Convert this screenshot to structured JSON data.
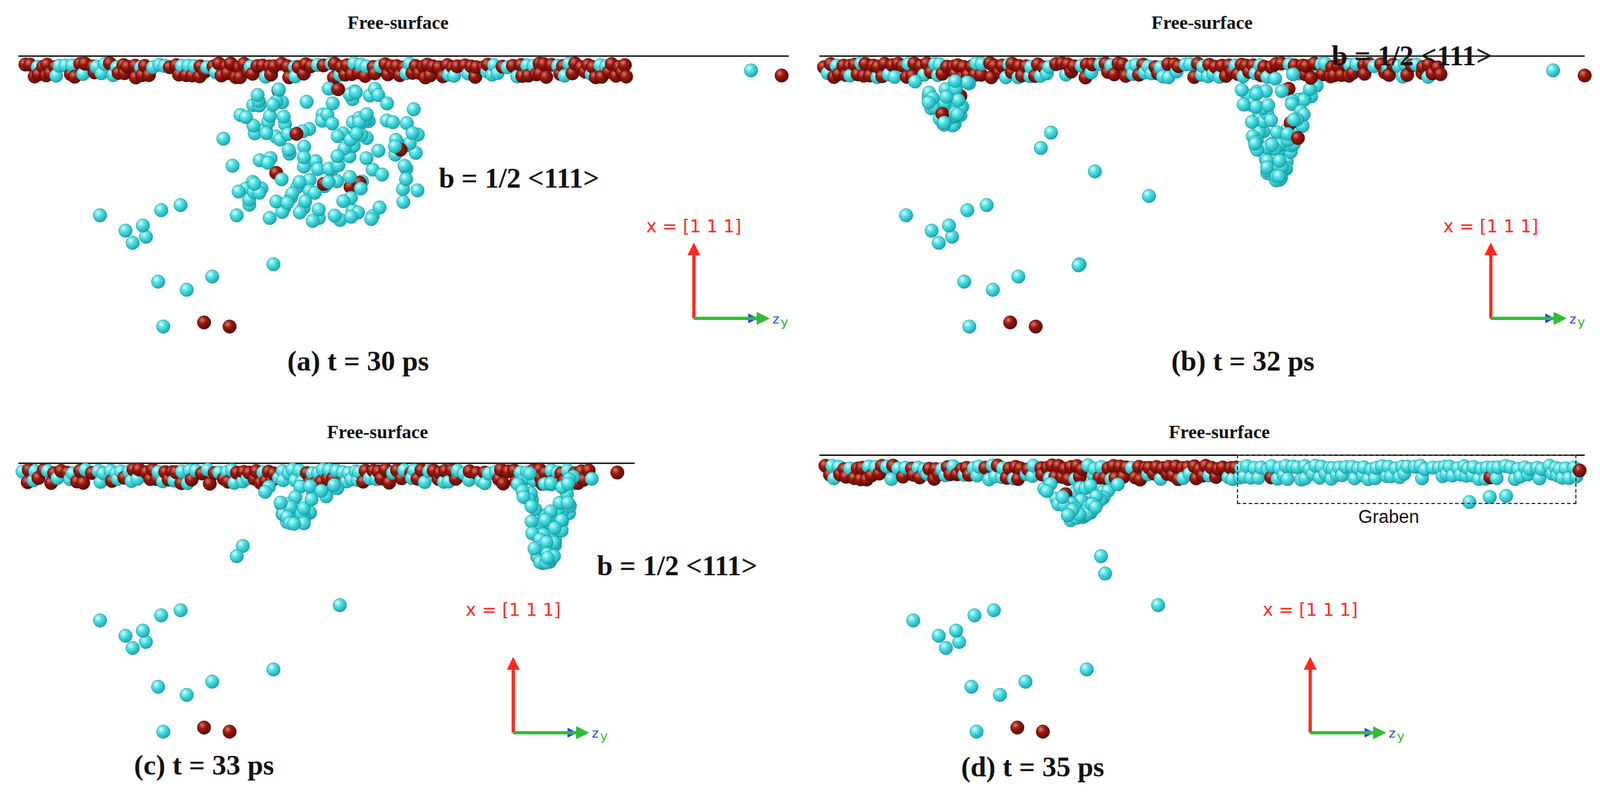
{
  "diagram": {
    "nodes": [
      {
        "text": [
          "Graben"
        ]
      }
    ],
    "labels": [
      "Free-surface",
      "b = 1/2 <111>",
      "x = [1 1 1]",
      "z",
      "y",
      "(a) t = 30 ps",
      "Free-surface",
      "b = 1/2 <111>",
      "x = [1 1 1]",
      "z",
      "y",
      "(b) t = 32 ps",
      "Free-surface",
      "b = 1/2 <111>",
      "x = [1 1 1]",
      "z",
      "y",
      "(c) t = 33 ps",
      "Free-surface",
      "x = [1 1 1]",
      "z",
      "y",
      "(d) t = 35 ps"
    ]
  }
}
